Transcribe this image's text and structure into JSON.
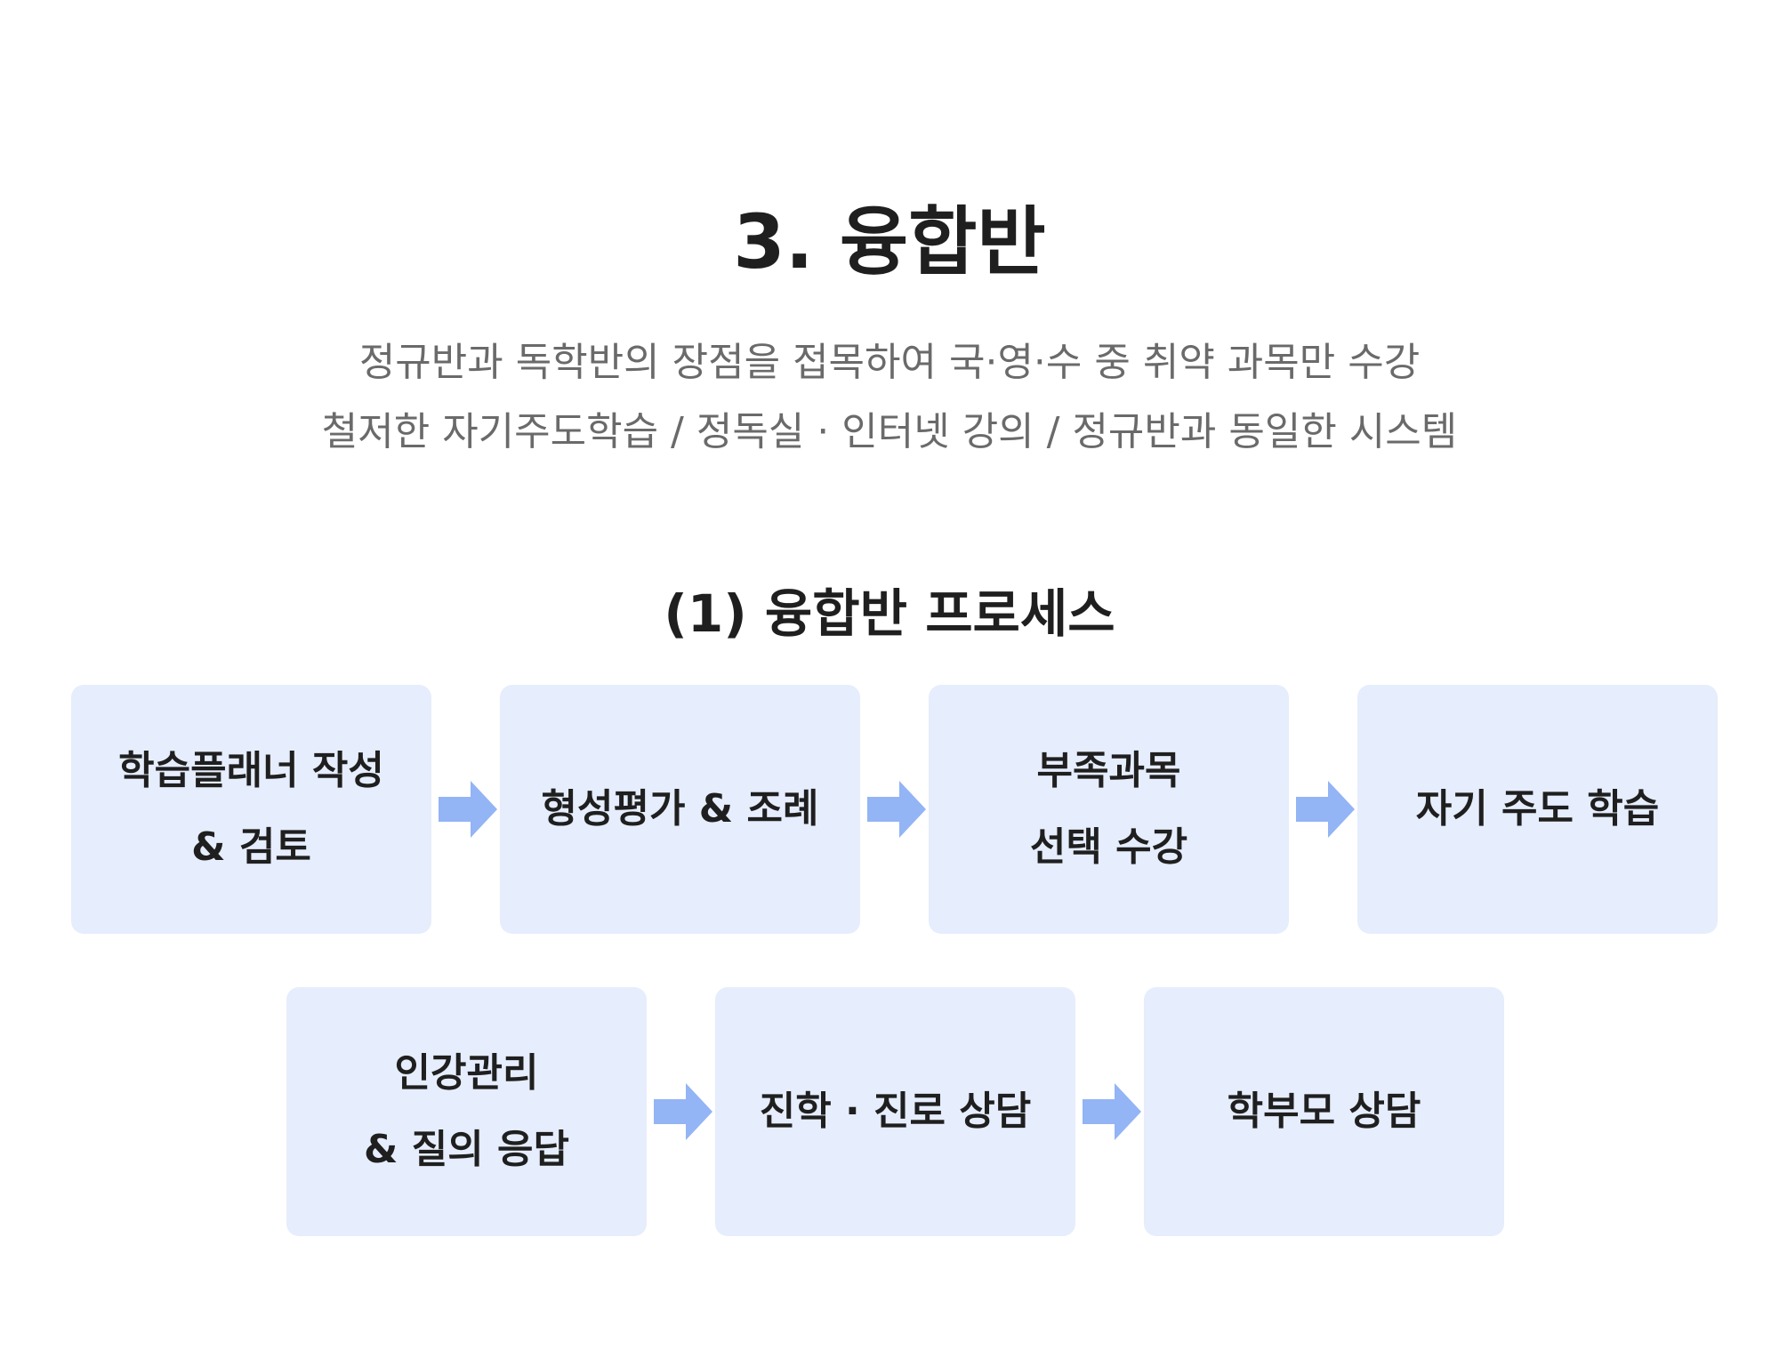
{
  "header": {
    "title": "3.  융합반",
    "description_lines": [
      "정규반과 독학반의 장점을 접목하여 국·영·수 중 취약 과목만 수강",
      "철저한 자기주도학습 / 정독실 · 인터넷 강의 / 정규반과 동일한 시스템"
    ]
  },
  "process": {
    "title": "(1) 융합반 프로세스",
    "row1": [
      {
        "lines": [
          "학습플래너 작성",
          "& 검토"
        ]
      },
      {
        "lines": [
          "형성평가 & 조례"
        ]
      },
      {
        "lines": [
          "부족과목",
          "선택 수강"
        ]
      },
      {
        "lines": [
          "자기 주도 학습"
        ]
      }
    ],
    "row2": [
      {
        "lines": [
          "인강관리",
          "& 질의 응답"
        ]
      },
      {
        "lines": [
          "진학 · 진로 상담"
        ]
      },
      {
        "lines": [
          "학부모 상담"
        ]
      }
    ]
  },
  "colors": {
    "box_background": "#e6edfc",
    "arrow": "#93b4f5",
    "title_text": "#1f1f1f",
    "description_text": "#6a6a6a"
  },
  "icons": {
    "arrow": "arrow-right-icon"
  }
}
